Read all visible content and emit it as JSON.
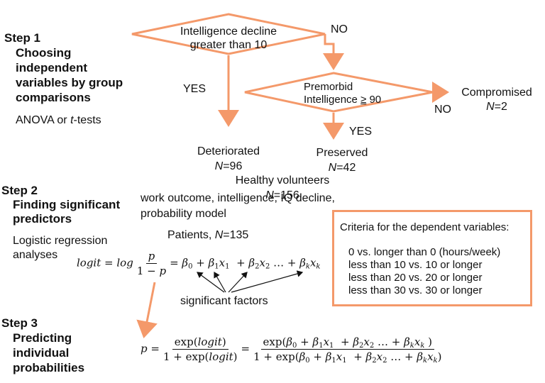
{
  "steps": [
    {
      "title": "Step 1",
      "desc": [
        "Choosing",
        "independent",
        "variables by group",
        "comparisons"
      ],
      "method": "ANOVA or ",
      "method_italic": "t",
      "method_tail": "-tests"
    },
    {
      "title": "Step 2",
      "desc": [
        "Finding significant",
        "predictors"
      ],
      "method": [
        "Logistic regression",
        "analyses"
      ]
    },
    {
      "title": "Step 3",
      "desc": [
        "Predicting",
        "individual",
        "probabilities"
      ]
    }
  ],
  "flow": {
    "decision1": [
      "Intelligence decline",
      "greater than 10"
    ],
    "decision2": [
      "Premorbid",
      "Intelligence ",
      "≥",
      " 90"
    ],
    "no1": "NO",
    "no2": "NO",
    "yes1": "YES",
    "yes2": "YES",
    "compromised": {
      "label": "Compromised",
      "n_prefix": "N",
      "n_value": "=2"
    },
    "deteriorated": {
      "label": "Deteriorated",
      "n_prefix": "N",
      "n_value": "=96"
    },
    "preserved": {
      "label": "Preserved",
      "n_prefix": "N",
      "n_value": "=42"
    }
  },
  "healthy": {
    "label": "Healthy volunteers",
    "n_prefix": "N",
    "n_value": "=156"
  },
  "model_vars": [
    "work outcome, intelligence, IQ decline,",
    "probability model"
  ],
  "patients": {
    "label": "Patients, ",
    "n_prefix": "N",
    "n_value": "=135"
  },
  "significant_factors": "significant factors",
  "criteria": {
    "title": "Criteria for the dependent variables:",
    "items": [
      "0 vs. longer than 0 (hours/week)",
      "less than 10 vs. 10 or longer",
      "less than 20 vs. 20 or longer",
      "less than 30 vs. 30 or longer"
    ]
  },
  "colors": {
    "accent": "#f4996a",
    "text": "#111111"
  }
}
